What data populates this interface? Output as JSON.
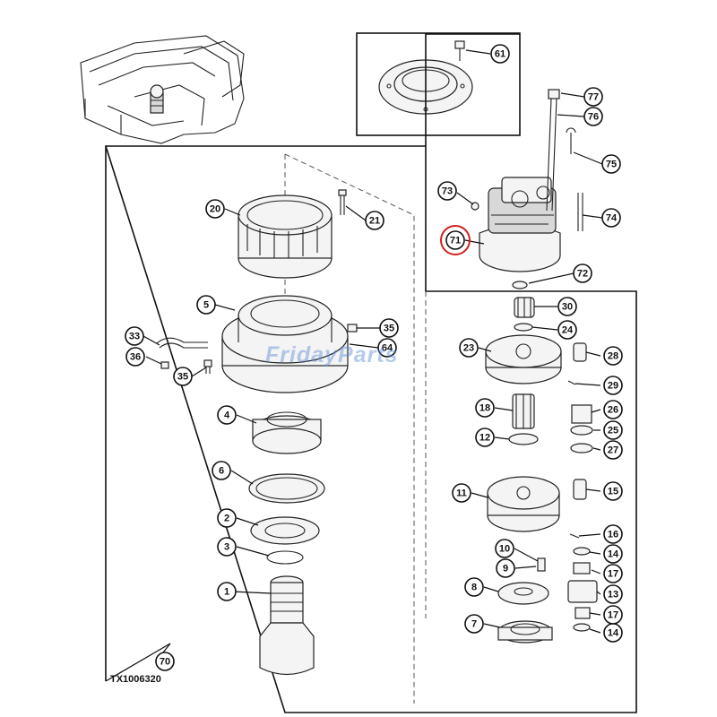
{
  "drawing_code": "TX1006320",
  "watermark": "FridayParts",
  "highlight_color": "#d42020",
  "highlighted_callout": "71",
  "callouts": [
    "61",
    "77",
    "76",
    "75",
    "73",
    "74",
    "71",
    "72",
    "20",
    "21",
    "5",
    "35",
    "33",
    "36",
    "35",
    "64",
    "4",
    "6",
    "2",
    "3",
    "1",
    "70",
    "30",
    "24",
    "23",
    "28",
    "29",
    "18",
    "26",
    "12",
    "25",
    "27",
    "11",
    "15",
    "16",
    "10",
    "14",
    "9",
    "17",
    "8",
    "13",
    "17",
    "7",
    "14"
  ]
}
